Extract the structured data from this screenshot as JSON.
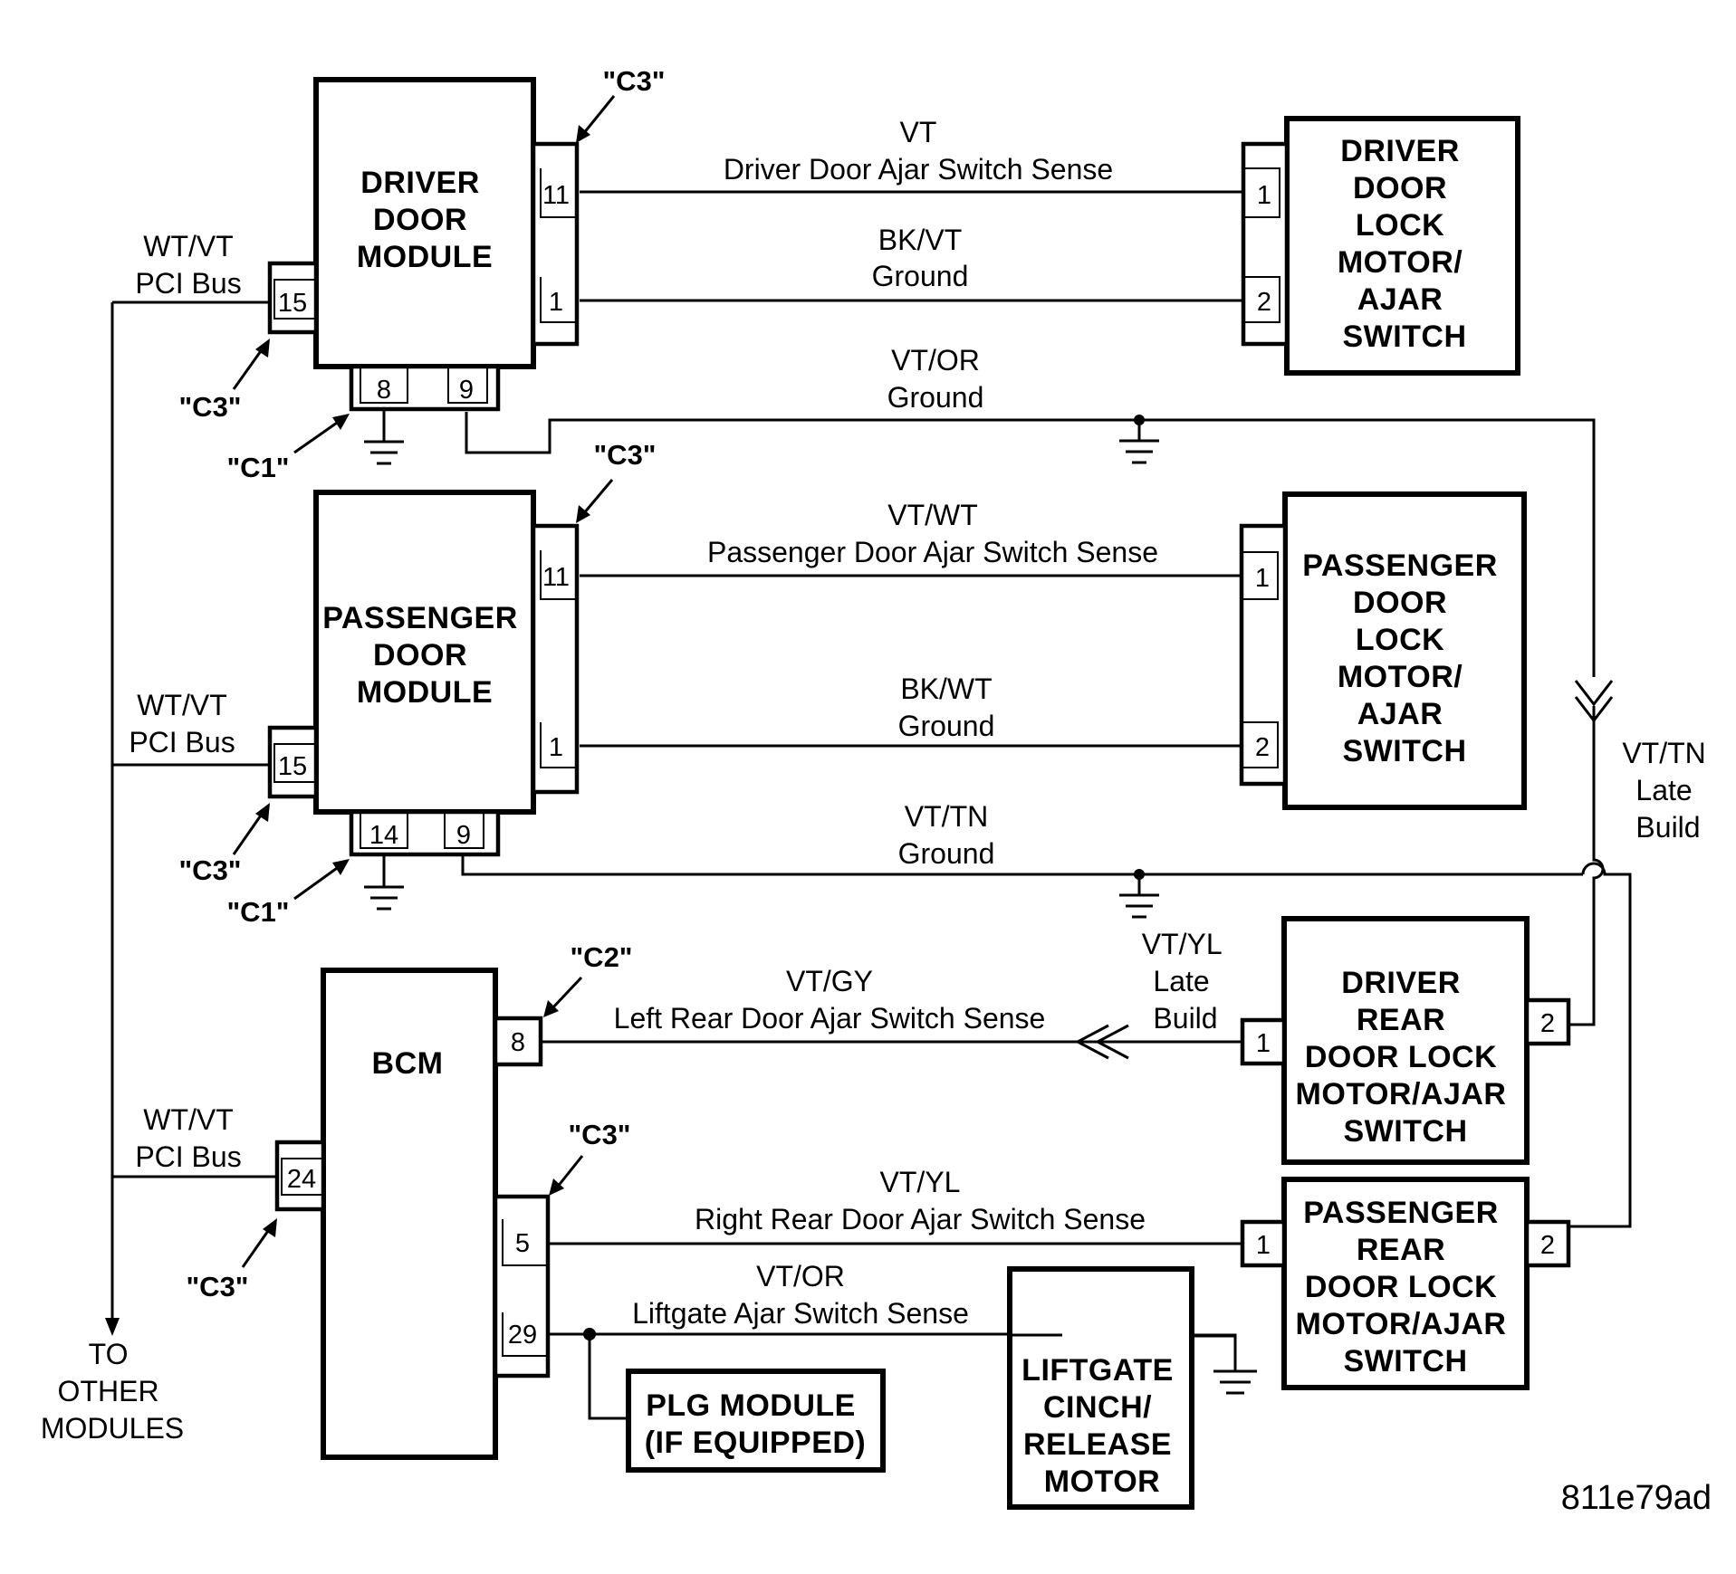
{
  "figure_id": "811e79ad",
  "modules": {
    "driver_door_module": [
      "DRIVER",
      "DOOR",
      "MODULE"
    ],
    "passenger_door_module": [
      "PASSENGER",
      "DOOR",
      "MODULE"
    ],
    "bcm": [
      "BCM"
    ],
    "driver_door_lock": [
      "DRIVER",
      "DOOR",
      "LOCK",
      "MOTOR/",
      "AJAR",
      "SWITCH"
    ],
    "passenger_door_lock": [
      "PASSENGER",
      "DOOR",
      "LOCK",
      "MOTOR/",
      "AJAR",
      "SWITCH"
    ],
    "driver_rear_door_lock": [
      "DRIVER",
      "REAR",
      "DOOR LOCK",
      "MOTOR/AJAR",
      "SWITCH"
    ],
    "passenger_rear_door_lock": [
      "PASSENGER",
      "REAR",
      "DOOR LOCK",
      "MOTOR/AJAR",
      "SWITCH"
    ],
    "plg_module": [
      "PLG MODULE",
      "(IF EQUIPPED)"
    ],
    "liftgate_motor": [
      "LIFTGATE",
      "CINCH/",
      "RELEASE",
      "MOTOR"
    ]
  },
  "wires": {
    "driver_ajar_sense": {
      "color": "VT",
      "desc": "Driver Door Ajar Switch Sense"
    },
    "driver_ground": {
      "color": "BK/VT",
      "desc": "Ground"
    },
    "driver_module_ground": {
      "color": "VT/OR",
      "desc": "Ground"
    },
    "passenger_ajar_sense": {
      "color": "VT/WT",
      "desc": "Passenger Door Ajar Switch Sense"
    },
    "passenger_ground": {
      "color": "BK/WT",
      "desc": "Ground"
    },
    "passenger_module_ground": {
      "color": "VT/TN",
      "desc": "Ground"
    },
    "left_rear_sense": {
      "color": "VT/GY",
      "desc": "Left Rear Door Ajar Switch Sense"
    },
    "right_rear_sense": {
      "color": "VT/YL",
      "desc": "Right Rear Door Ajar Switch Sense"
    },
    "liftgate_sense": {
      "color": "VT/OR",
      "desc": "Liftgate Ajar Switch Sense"
    },
    "late_build_yl": [
      "VT/YL",
      "Late",
      "Build"
    ],
    "late_build_tn": [
      "VT/TN",
      "Late",
      "Build"
    ],
    "pci_bus_driver": {
      "color": "WT/VT",
      "desc": "PCI Bus"
    },
    "pci_bus_passenger": {
      "color": "WT/VT",
      "desc": "PCI Bus"
    },
    "pci_bus_bcm": {
      "color": "WT/VT",
      "desc": "PCI Bus"
    }
  },
  "to_other_modules": [
    "TO",
    "OTHER",
    "MODULES"
  ],
  "connectors": {
    "c3_driver_right": "\"C3\"",
    "c3_driver_left": "\"C3\"",
    "c1_driver": "\"C1\"",
    "c3_passenger_right": "\"C3\"",
    "c3_passenger_left": "\"C3\"",
    "c1_passenger": "\"C1\"",
    "c2_bcm": "\"C2\"",
    "c3_bcm_right": "\"C3\"",
    "c3_bcm_left": "\"C3\""
  },
  "pins": {
    "ddm_11": "11",
    "ddm_1": "1",
    "ddm_15": "15",
    "ddm_8": "8",
    "ddm_9": "9",
    "pdm_11": "11",
    "pdm_1": "1",
    "pdm_15": "15",
    "pdm_14": "14",
    "pdm_9": "9",
    "bcm_8": "8",
    "bcm_24": "24",
    "bcm_5": "5",
    "bcm_29": "29",
    "ddl_1": "1",
    "ddl_2": "2",
    "pdl_1": "1",
    "pdl_2": "2",
    "drl_1": "1",
    "drl_2": "2",
    "prl_1": "1",
    "prl_2": "2"
  }
}
